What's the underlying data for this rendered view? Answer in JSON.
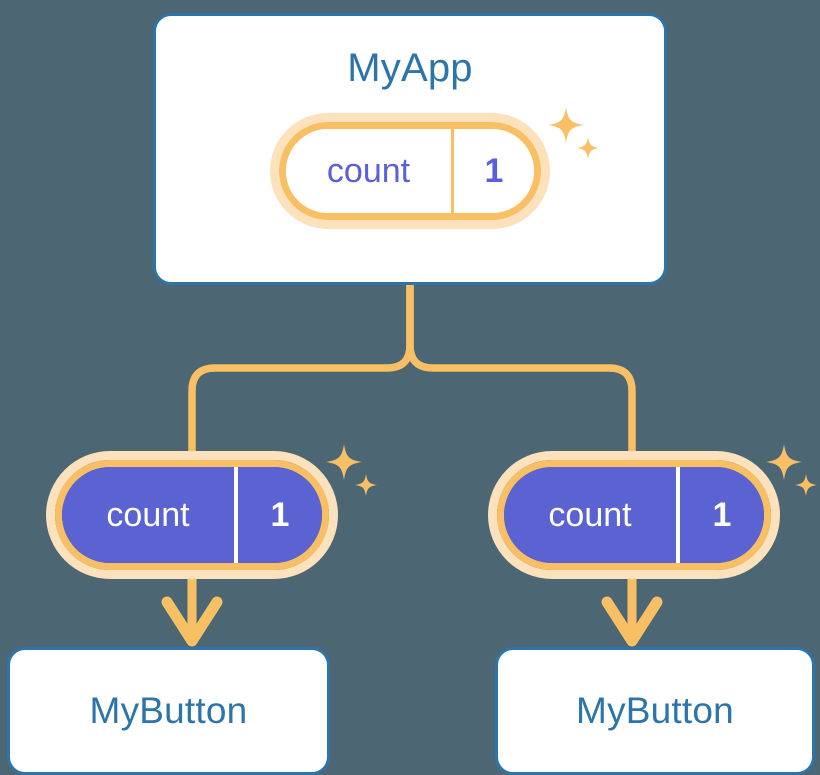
{
  "diagram": {
    "background_color": "#4c6773",
    "accent_blue": "#2d74a8",
    "accent_orange": "#f9bf65",
    "accent_orange_light": "#fbe2bc",
    "accent_purple": "#5b63d3",
    "accent_purple_text": "#5b5fd9",
    "card_background": "#ffffff"
  },
  "app_card": {
    "title": "MyApp",
    "state_pill": {
      "key": "count",
      "value": "1",
      "style": "light",
      "sparkle_icon": "sparkle-icon"
    }
  },
  "children": [
    {
      "state_pill": {
        "key": "count",
        "value": "1",
        "style": "solid",
        "sparkle_icon": "sparkle-icon"
      },
      "arrow_icon": "arrow-down-icon",
      "card": {
        "title": "MyButton"
      }
    },
    {
      "state_pill": {
        "key": "count",
        "value": "1",
        "style": "solid",
        "sparkle_icon": "sparkle-icon"
      },
      "arrow_icon": "arrow-down-icon",
      "card": {
        "title": "MyButton"
      }
    }
  ],
  "connector": {
    "icon": "tree-branch-connector",
    "color": "#f9bf65"
  }
}
